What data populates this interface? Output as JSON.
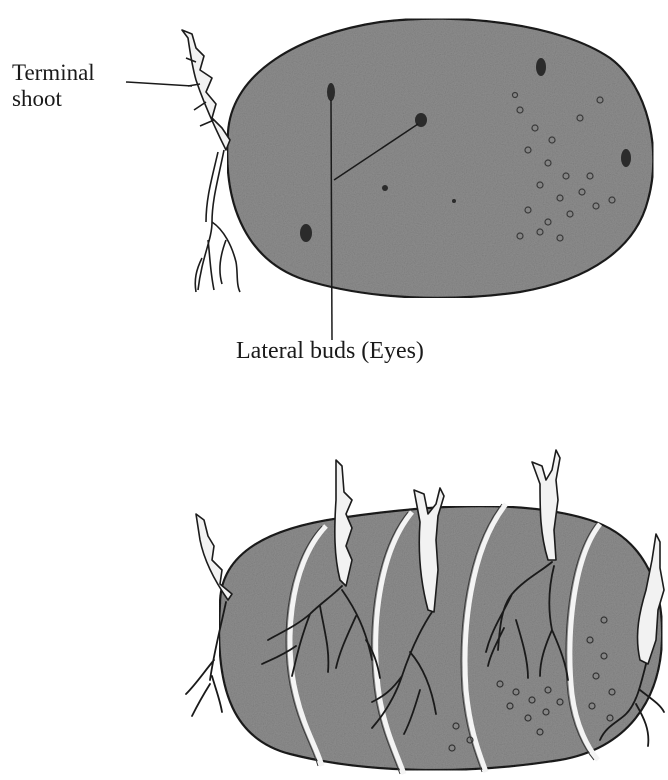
{
  "labels": {
    "terminal_line1": "Terminal",
    "terminal_line2": "shoot",
    "lateral": "Lateral buds (Eyes)"
  },
  "colors": {
    "tuber_fill": "#8f8f8f",
    "tuber_outline": "#1c1c1c",
    "sprout_fill": "#f2f2f2",
    "leader_line": "#1a1a1a",
    "cut_bands": "#f4f4f4"
  },
  "icons": {
    "tuber": "potato-tuber-icon",
    "sprout": "sprout-icon",
    "eye": "potato-eye-icon"
  }
}
